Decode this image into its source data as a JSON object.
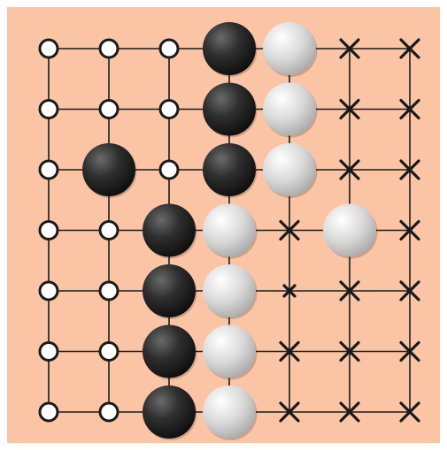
{
  "board": {
    "size": 7,
    "colors": {
      "background": "#fbc5a5",
      "line": "#1a1a1a",
      "black_stone": "#2f2f2f",
      "white_stone": "#d9d9d9"
    },
    "rows": [
      [
        "o",
        "o",
        "o",
        "B",
        "W",
        "x",
        "x"
      ],
      [
        "o",
        "o",
        "o",
        "B",
        "W",
        "x",
        "x"
      ],
      [
        "o",
        "B",
        "o",
        "B",
        "W",
        "x",
        "x"
      ],
      [
        "o",
        "o",
        "B",
        "W",
        "x",
        "W",
        "x"
      ],
      [
        "o",
        "o",
        "B",
        "W",
        "*",
        "x",
        "x"
      ],
      [
        "o",
        "o",
        "B",
        "W",
        "x",
        "x",
        "x"
      ],
      [
        "o",
        "o",
        "B",
        "W",
        "x",
        "x",
        "x"
      ]
    ],
    "legend": {
      "B": "black-stone",
      "W": "white-stone",
      "o": "black-territory-marker",
      "x": "white-territory-marker",
      "*": "white-territory-marker-small"
    }
  }
}
